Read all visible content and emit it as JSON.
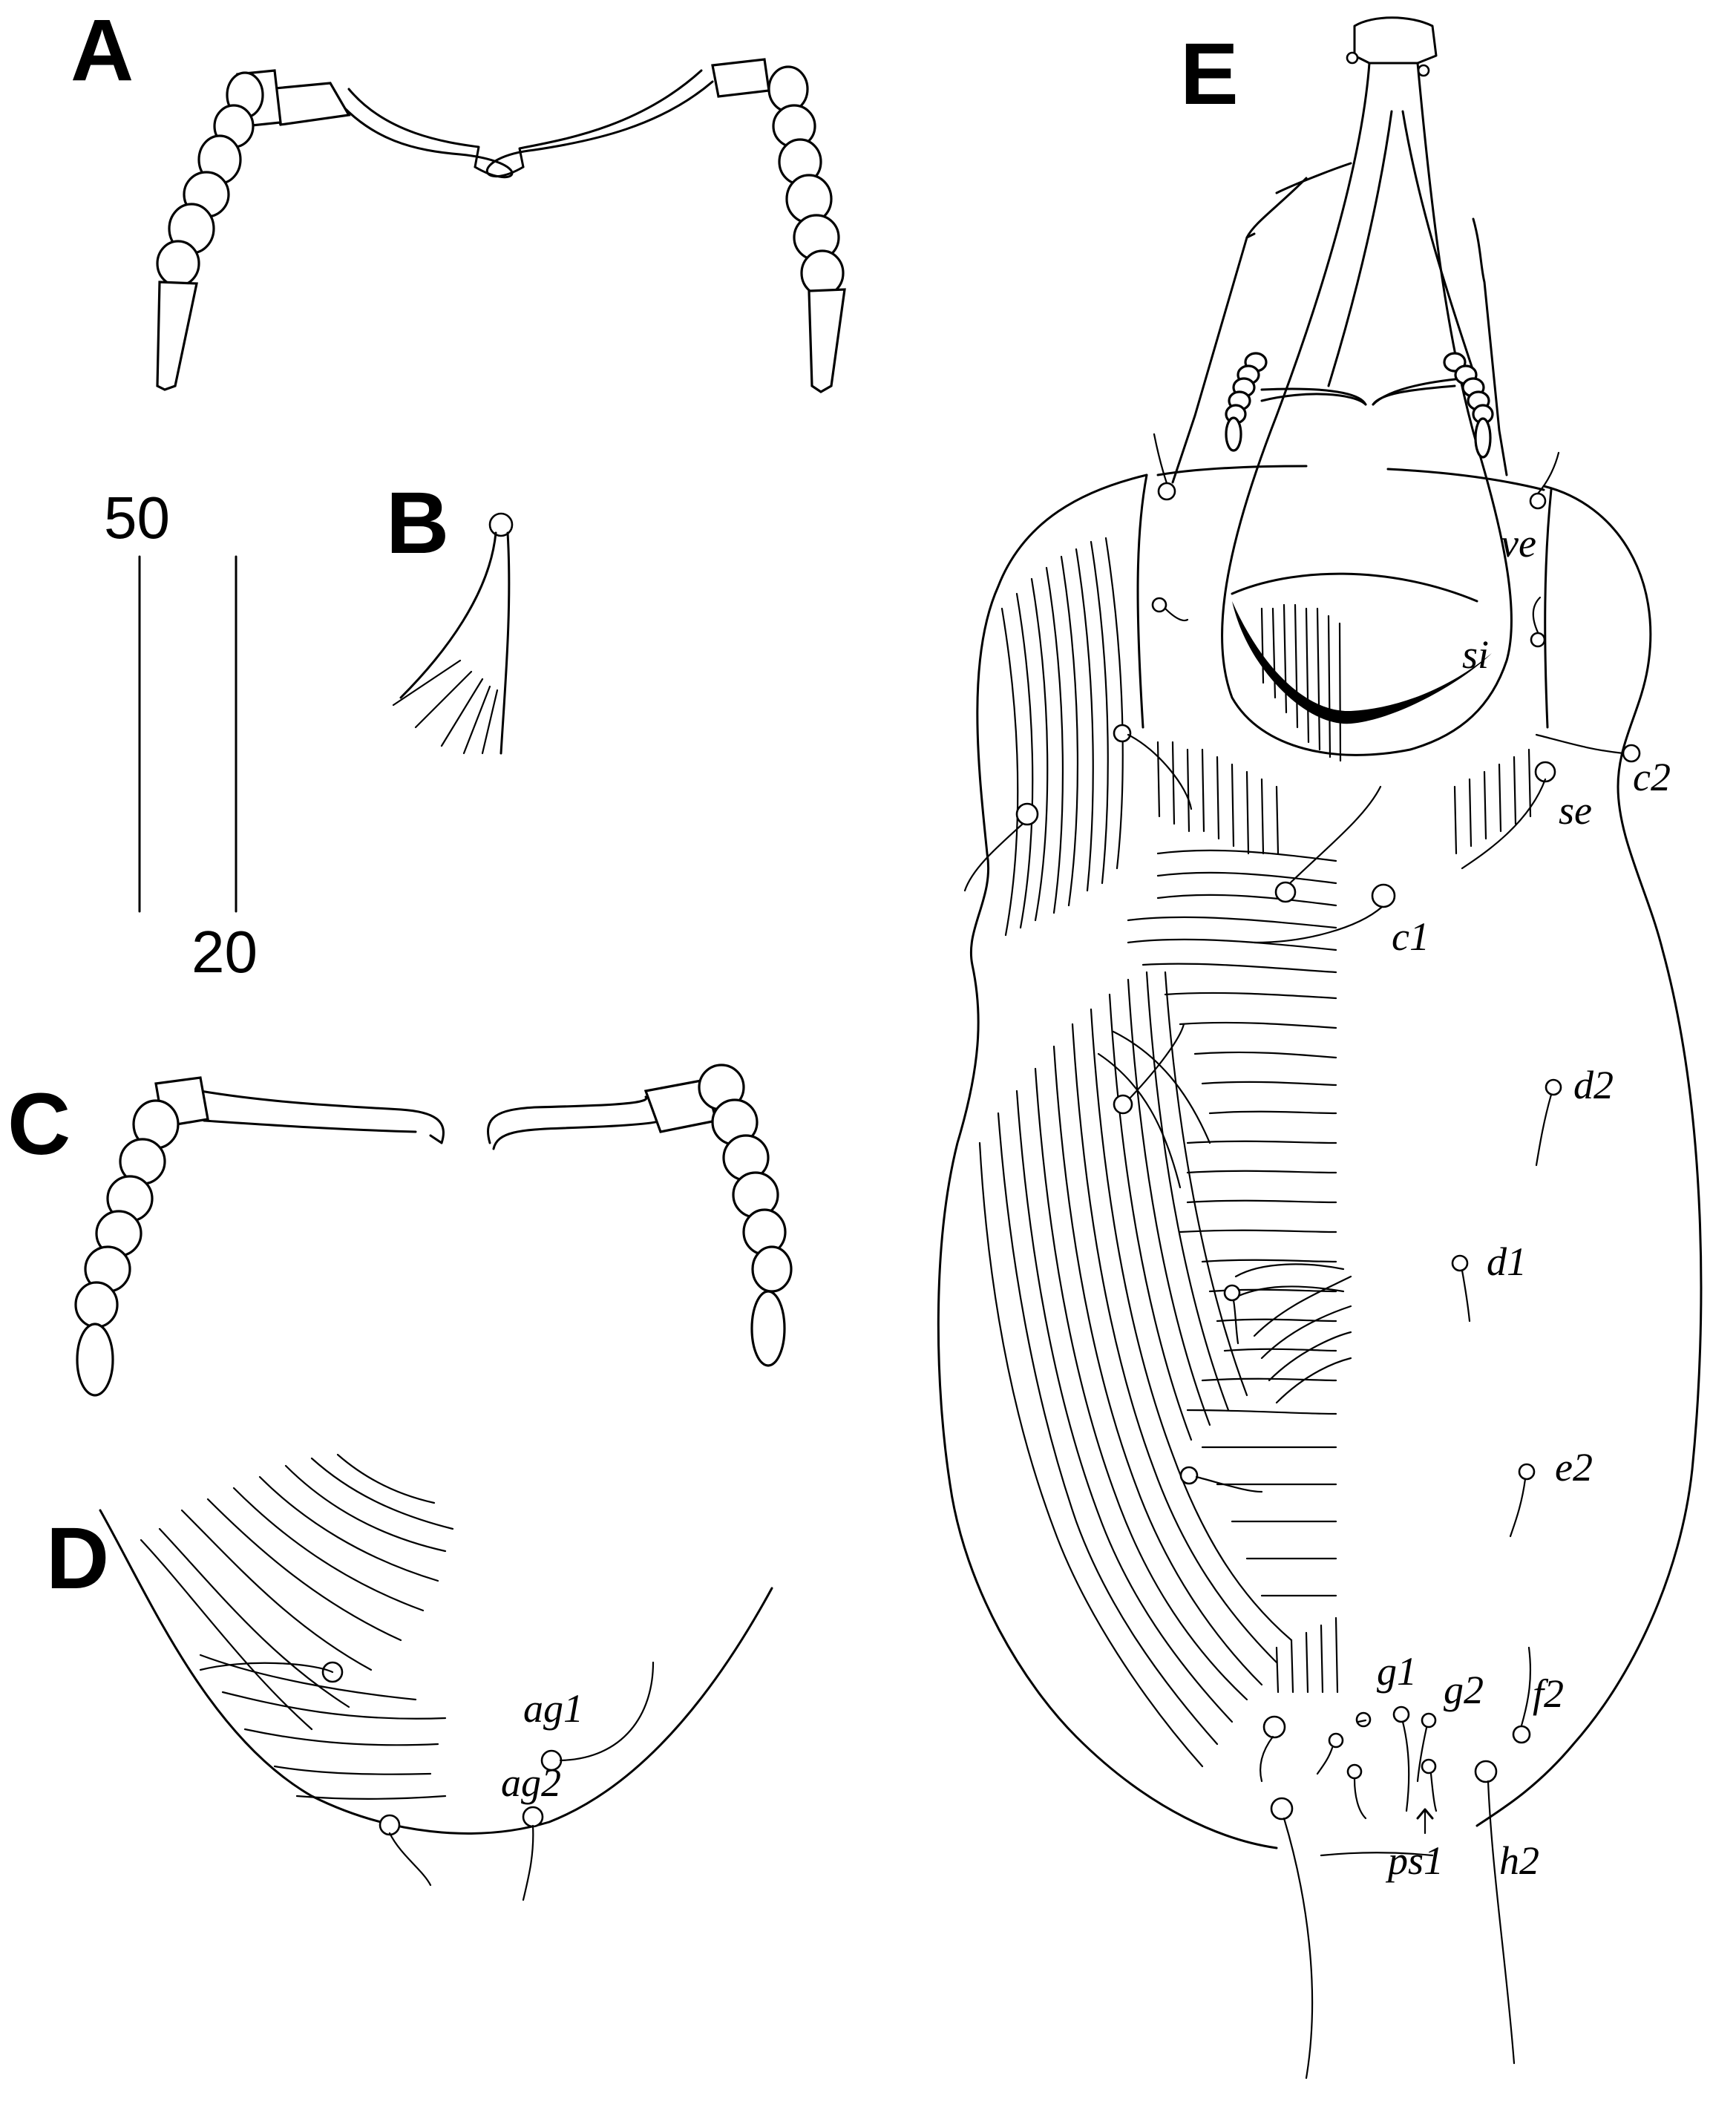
{
  "panels": {
    "A": "A",
    "B": "B",
    "C": "C",
    "D": "D",
    "E": "E"
  },
  "scale_bars": {
    "left": "50",
    "right": "20"
  },
  "setae": {
    "D": [
      "ag1",
      "ag2"
    ],
    "E": [
      "ve",
      "si",
      "c2",
      "se",
      "c1",
      "d2",
      "d1",
      "e2",
      "g1",
      "g2",
      "f2",
      "ps1",
      "h2"
    ]
  }
}
